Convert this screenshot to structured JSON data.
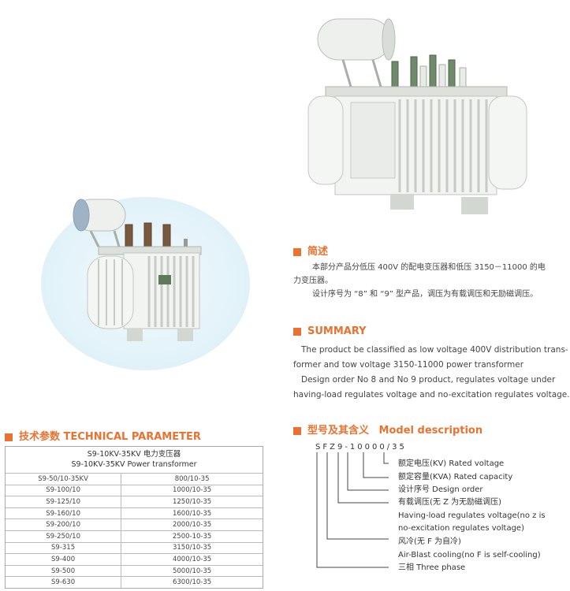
{
  "intro": {
    "heading": "简述",
    "para1": "本部分产品分低压 400V 的配电变压器和低压 3150－11000 的电力变压器。",
    "para2": "设计序号为 “8” 和 “9” 型产品，调压为有载调压和无励磁调压。"
  },
  "summary": {
    "heading": "SUMMARY",
    "line1": "The product be classified as low voltage 400V distribution trans-",
    "line2": "former and tow voltage 3150-11000 power transformer",
    "line3": "Design order No 8 and No 9 product, regulates voltage under",
    "line4": "having-load regulates voltage and no-excitation regulates voltage."
  },
  "technical": {
    "heading": "技术参数 TECHNICAL PARAMETER",
    "table_title_cn": "S9-10KV-35KV 电力变压器",
    "table_title_en": "S9-10KV-35KV Power transformer",
    "rows": [
      [
        "S9-50/10-35KV",
        "800/10-35"
      ],
      [
        "S9-100/10",
        "1000/10-35"
      ],
      [
        "S9-125/10",
        "1250/10-35"
      ],
      [
        "S9-160/10",
        "1600/10-35"
      ],
      [
        "S9-200/10",
        "2000/10-35"
      ],
      [
        "S9-250/10",
        "2500-10-35"
      ],
      [
        "S9-315",
        "3150/10-35"
      ],
      [
        "S9-400",
        "4000/10-35"
      ],
      [
        "S9-500",
        "5000/10-35"
      ],
      [
        "S9-630",
        "6300/10-35"
      ]
    ]
  },
  "model": {
    "heading_cn": "型号及其含义",
    "heading_en": "Model description",
    "code": "SFZ9-10000/35",
    "labels": {
      "rated_voltage": "额定电压(KV)  Rated voltage",
      "rated_capacity": "额定容量(KVA) Rated capacity",
      "design_order": "设计序号  Design order",
      "onload_cn": "有载调压(无 Z 为无励磁调压)",
      "onload_en1": "Having-load regulates voltage(no z is",
      "onload_en2": "no-excitation regulates voltage)",
      "cooling_cn": "风冷(无 F 为自冷)",
      "cooling_en": "Air-Blast cooling(no F is self-cooling)",
      "phase": "三相  Three phase"
    }
  }
}
